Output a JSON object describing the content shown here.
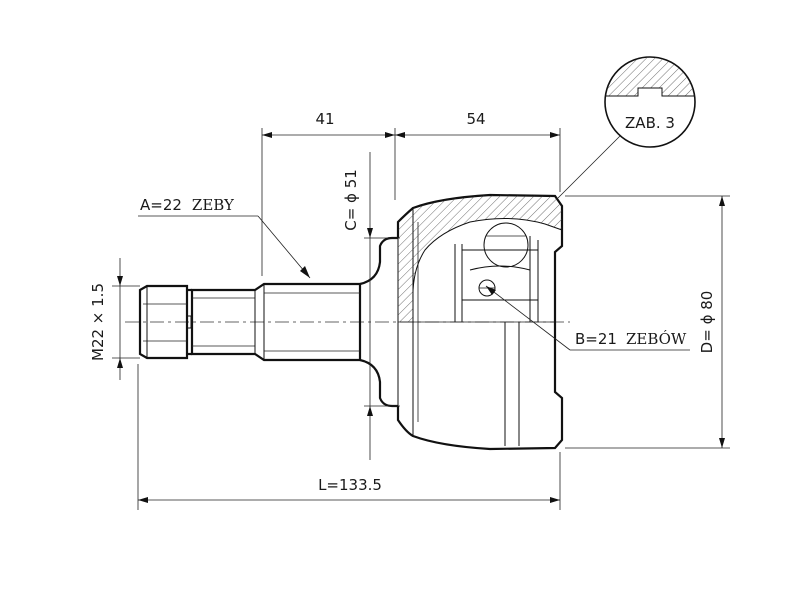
{
  "dimensions": {
    "dim_41": "41",
    "dim_54": "54",
    "thread": "M22 × 1.5",
    "diameter_c": "C= ϕ 51",
    "diameter_d": "D= ϕ 80",
    "length": "L=133.5"
  },
  "labels": {
    "a_prefix": "A=22",
    "a_suffix": "ZEBY",
    "b_prefix": "B=21",
    "b_suffix": "ZEBÓW",
    "detail": "ZAB. 3"
  }
}
